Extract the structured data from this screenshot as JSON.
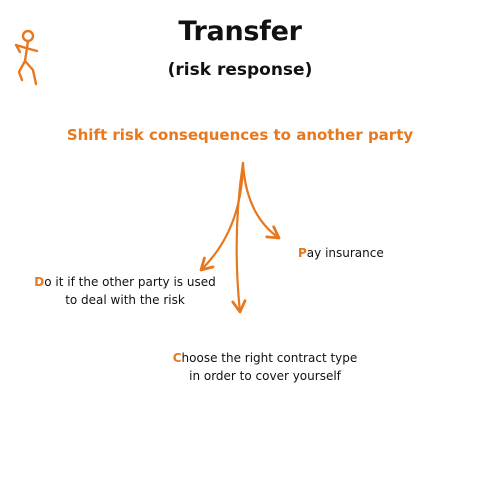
{
  "title": "Transfer",
  "subtitle": "(risk response)",
  "heading": "Shift risk consequences to another party",
  "branches": [
    {
      "initial": "P",
      "line1_rest": "ay insurance",
      "line2": ""
    },
    {
      "initial": "D",
      "line1_rest": "o it if the other party is used",
      "line2": "to deal with the risk"
    },
    {
      "initial": "C",
      "line1_rest": "hoose the right contract type",
      "line2": "in order to cover yourself"
    }
  ],
  "colors": {
    "accent": "#e8781e",
    "text": "#111111",
    "background": "#ffffff"
  },
  "icons": {
    "logo": "stick-figure-icon"
  }
}
